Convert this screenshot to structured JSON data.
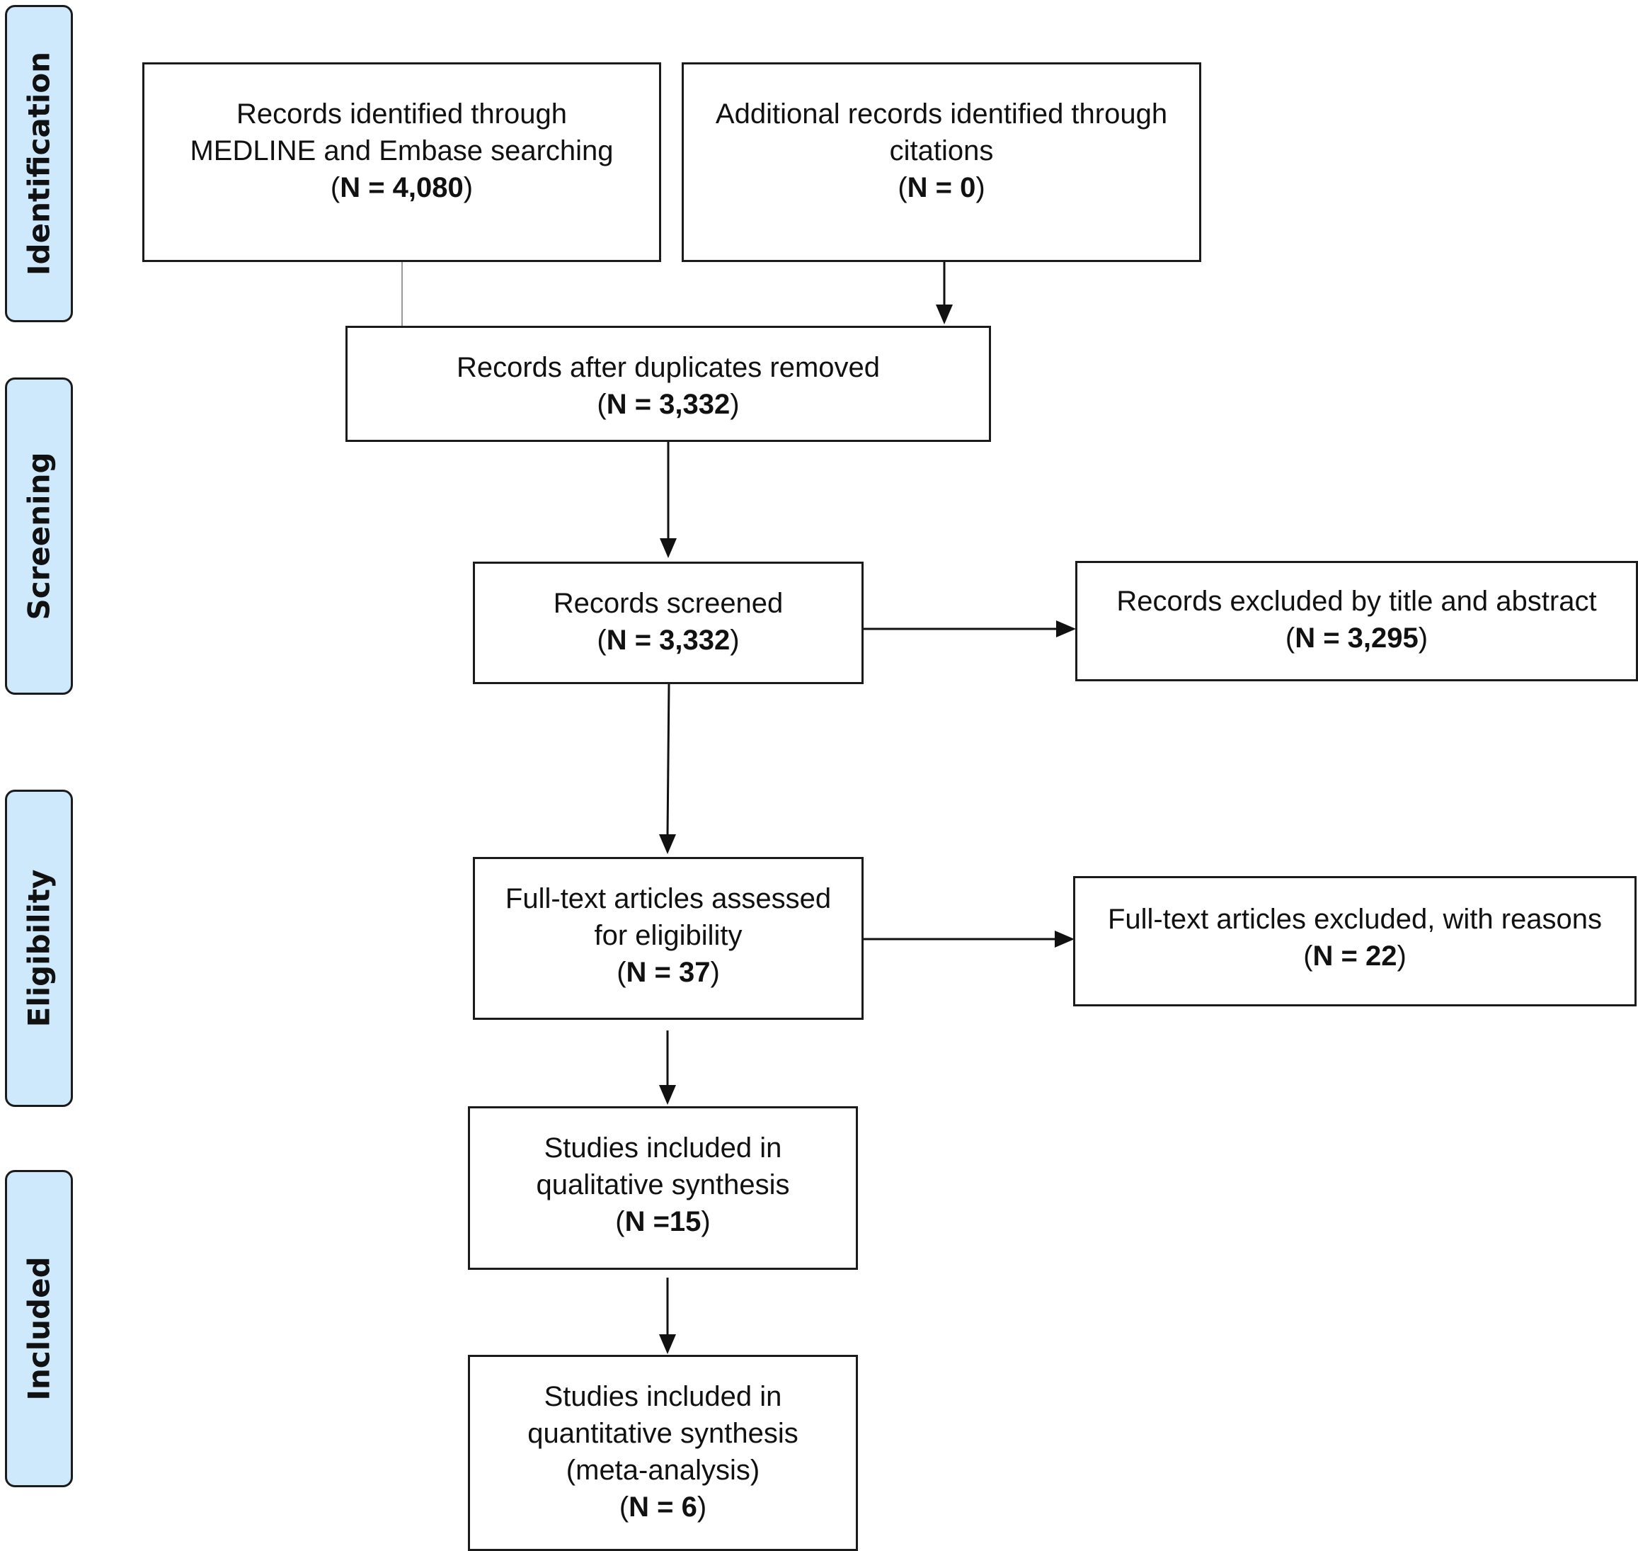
{
  "phases": {
    "identification": "Identification",
    "screening": "Screening",
    "eligibility": "Eligibility",
    "included": "Included"
  },
  "boxes": {
    "database_search": {
      "lines": [
        "Records identified through",
        "MEDLINE and Embase searching"
      ],
      "count": "N = 4,080"
    },
    "citations": {
      "lines": [
        "Additional records identified through",
        "citations"
      ],
      "count": "N = 0"
    },
    "deduplicated": {
      "lines": [
        "Records after duplicates removed"
      ],
      "count": "N = 3,332"
    },
    "screened": {
      "lines": [
        "Records screened"
      ],
      "count": "N = 3,332"
    },
    "excluded_title_abstract": {
      "lines": [
        "Records excluded by title and abstract"
      ],
      "count": "N = 3,295"
    },
    "fulltext_assessed": {
      "lines": [
        "Full-text articles assessed",
        "for eligibility"
      ],
      "count": "N = 37"
    },
    "fulltext_excluded": {
      "lines": [
        "Full-text articles excluded, with reasons"
      ],
      "count": "N = 22"
    },
    "qualitative": {
      "lines": [
        "Studies included in",
        "qualitative synthesis"
      ],
      "count": "N =15"
    },
    "quantitative": {
      "lines": [
        "Studies included in",
        "quantitative synthesis",
        "(meta-analysis)"
      ],
      "count": "N = 6"
    }
  }
}
